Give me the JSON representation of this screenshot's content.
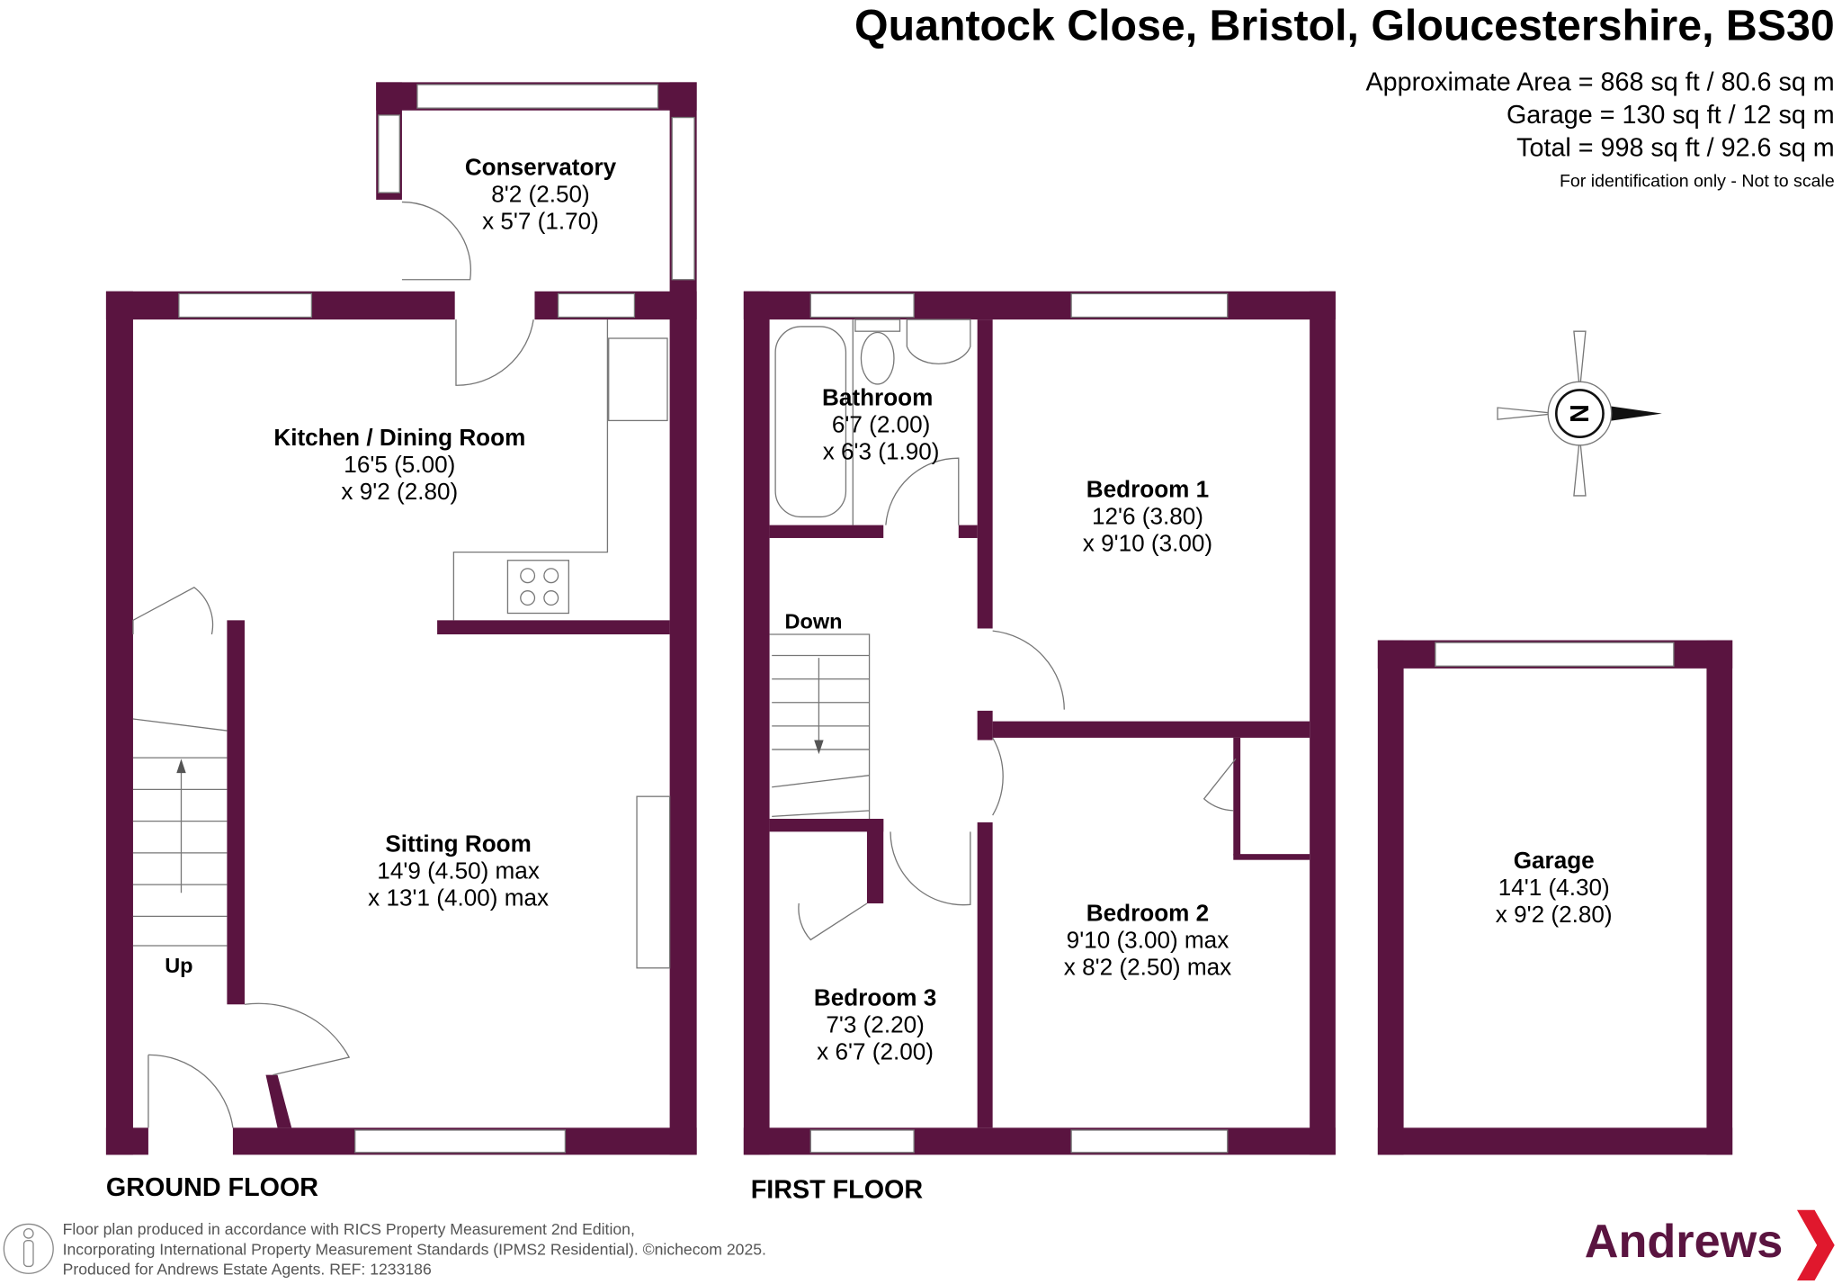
{
  "header": {
    "title": "Quantock Close, Bristol, Gloucestershire, BS30",
    "area_approx": "Approximate Area = 868 sq ft / 80.6 sq m",
    "area_garage": "Garage = 130 sq ft / 12 sq m",
    "area_total": "Total = 998 sq ft / 92.6 sq m",
    "disclaimer": "For identification only - Not to scale"
  },
  "ground_floor": {
    "label": "GROUND FLOOR",
    "rooms": [
      {
        "name": "Conservatory",
        "dim1": "8'2 (2.50)",
        "dim2": "x 5'7 (1.70)"
      },
      {
        "name": "Kitchen / Dining Room",
        "dim1": "16'5 (5.00)",
        "dim2": "x 9'2 (2.80)"
      },
      {
        "name": "Sitting Room",
        "dim1": "14'9 (4.50) max",
        "dim2": "x 13'1 (4.00) max"
      }
    ],
    "stairs_label": "Up"
  },
  "first_floor": {
    "label": "FIRST FLOOR",
    "rooms": [
      {
        "name": "Bathroom",
        "dim1": "6'7 (2.00)",
        "dim2": "x 6'3 (1.90)"
      },
      {
        "name": "Bedroom 1",
        "dim1": "12'6 (3.80)",
        "dim2": "x 9'10 (3.00)"
      },
      {
        "name": "Bedroom 2",
        "dim1": "9'10 (3.00) max",
        "dim2": "x 8'2 (2.50) max"
      },
      {
        "name": "Bedroom 3",
        "dim1": "7'3 (2.20)",
        "dim2": "x 6'7 (2.00)"
      }
    ],
    "stairs_label": "Down"
  },
  "garage": {
    "name": "Garage",
    "dim1": "14'1 (4.30)",
    "dim2": "x 9'2 (2.80)"
  },
  "compass": {
    "label": "N"
  },
  "footer": {
    "line1": "Floor plan produced in accordance with RICS Property Measurement 2nd Edition,",
    "line2": "Incorporating International Property Measurement Standards (IPMS2 Residential).   ©nichecom 2025.",
    "line3": "Produced for Andrews Estate Agents.   REF: 1233186"
  },
  "brand": {
    "name": "Andrews",
    "color": "#5a1440",
    "accent": "#e0182d"
  },
  "colors": {
    "wall": "#5a1440"
  }
}
